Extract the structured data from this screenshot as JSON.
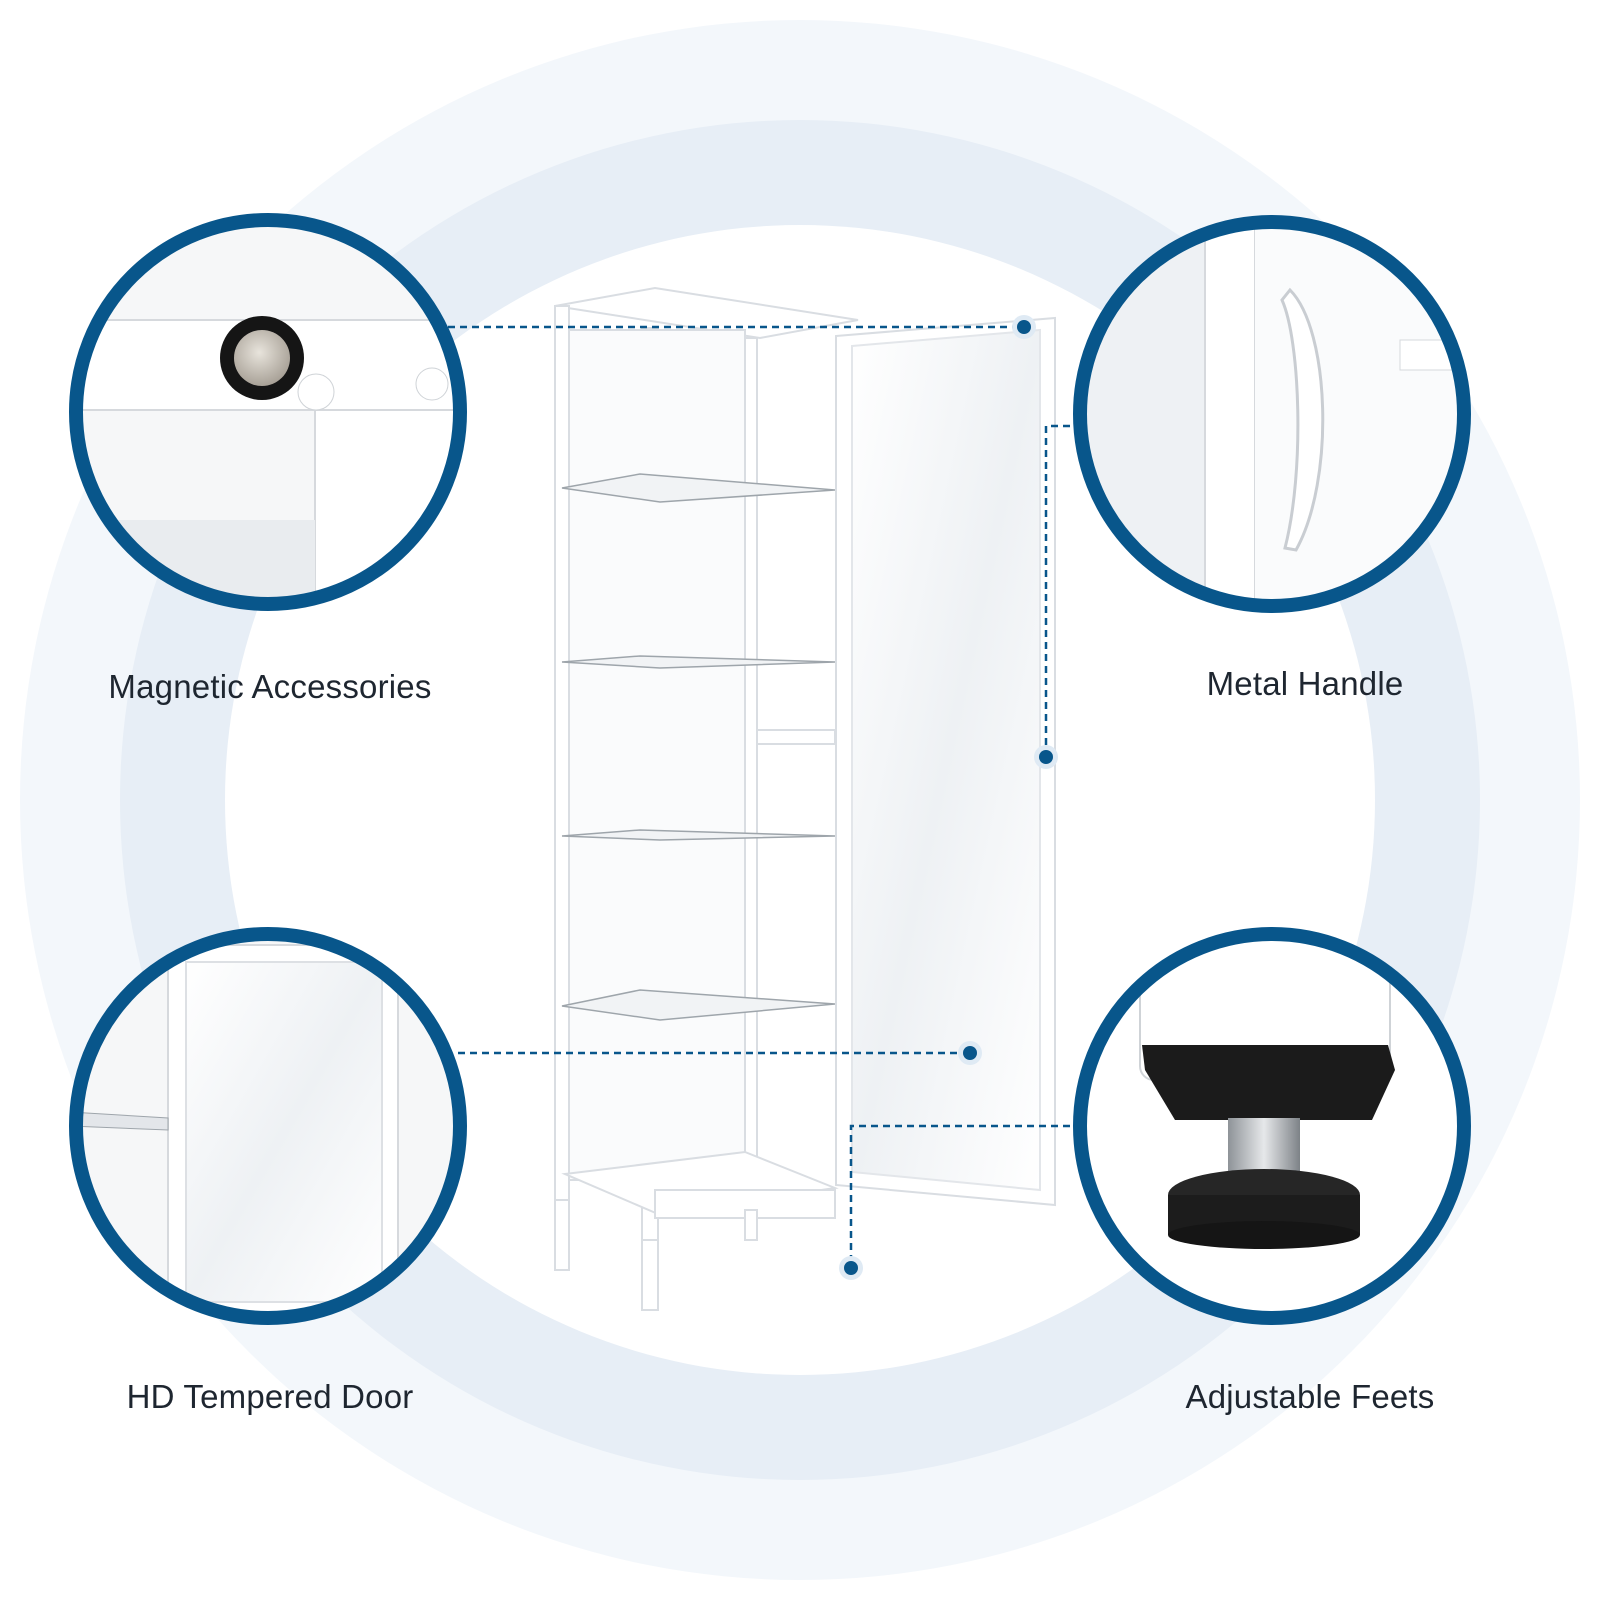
{
  "colors": {
    "accent": "#08568b",
    "halo_outer": "#edf3f9",
    "halo_inner": "#e3ecf5",
    "cabinet": "#ffffff",
    "glass": "#f4f6f8",
    "foot_rubber": "#1b1b1b",
    "screw": "#b8bcc0"
  },
  "features": [
    {
      "label": "Magnetic Accessories",
      "icon": "magnet-detail"
    },
    {
      "label": "Metal Handle",
      "icon": "handle-detail"
    },
    {
      "label": "HD Tempered Door",
      "icon": "glass-door-detail"
    },
    {
      "label": "Adjustable Feets",
      "icon": "leveling-foot-detail"
    }
  ],
  "cabinet": {
    "shelf_count": 5,
    "doors": 1
  }
}
